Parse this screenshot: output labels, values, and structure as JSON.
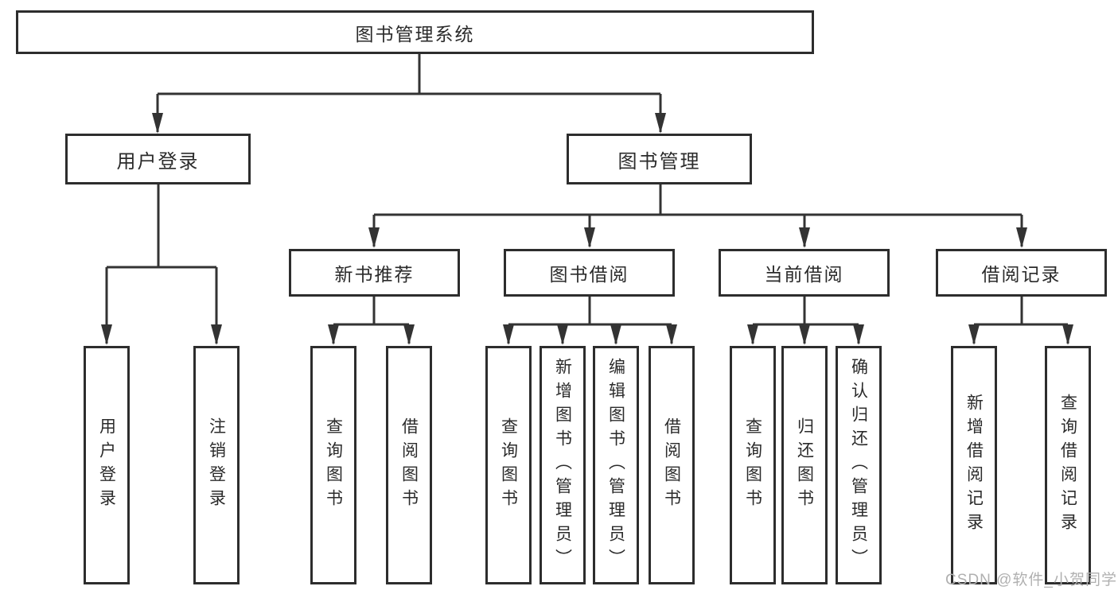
{
  "diagram": {
    "title": "图书管理系统",
    "level2": [
      "用户登录",
      "图书管理"
    ],
    "level3": [
      "新书推荐",
      "图书借阅",
      "当前借阅",
      "借阅记录"
    ],
    "leaves": [
      "用户登录",
      "注销登录",
      "查询图书",
      "借阅图书",
      "查询图书",
      "新增图书（管理员）",
      "编辑图书（管理员）",
      "借阅图书",
      "查询图书",
      "归还图书",
      "确认归还（管理员）",
      "新增借阅记录",
      "查询借阅记录"
    ],
    "watermark": "CSDN @软件_小贺同学",
    "colors": {
      "line": "#333333",
      "box_border": "#2d2d2d",
      "text": "#2b2b2b",
      "watermark": "#b0b0b0",
      "background": "#ffffff"
    }
  }
}
